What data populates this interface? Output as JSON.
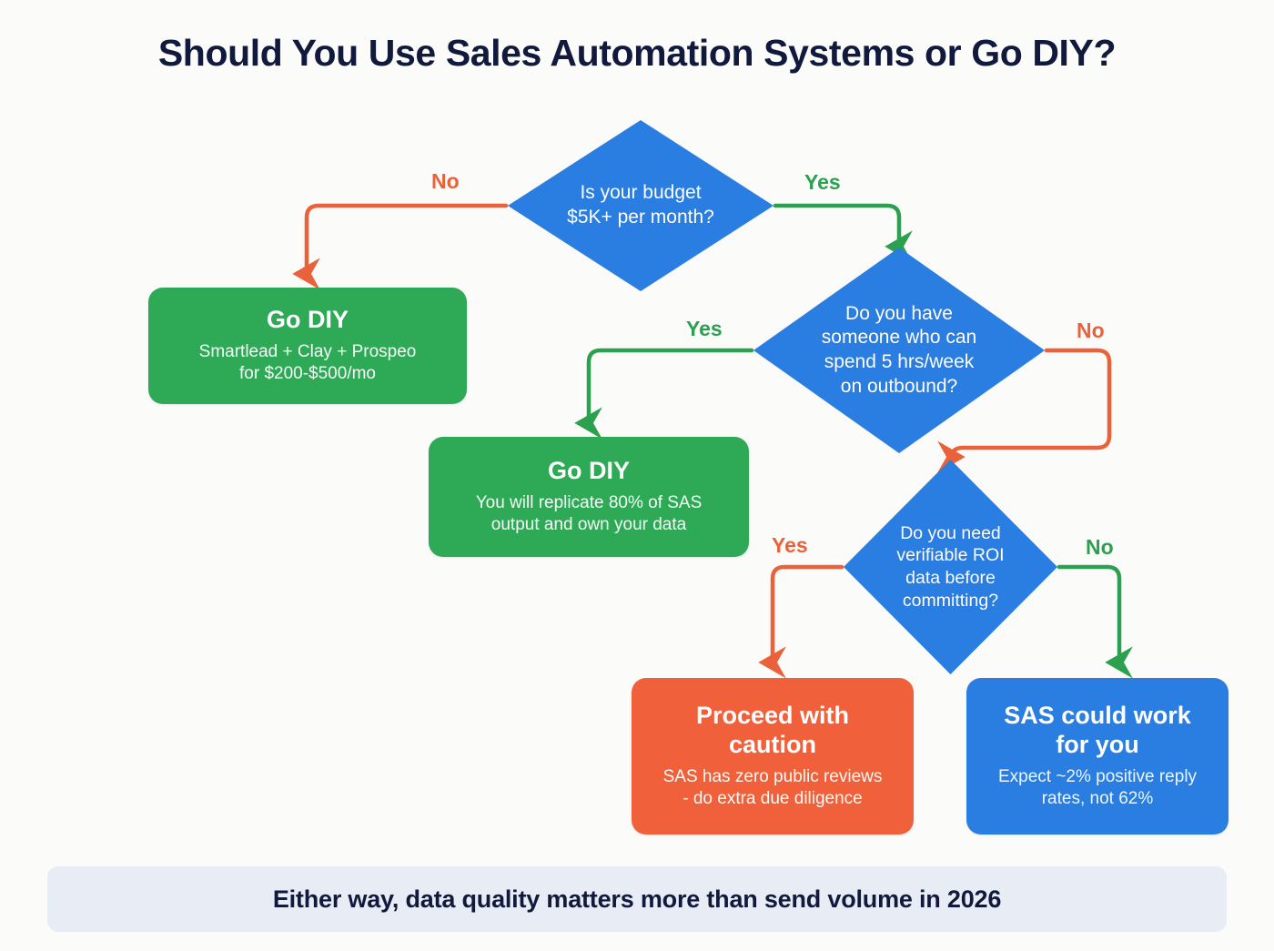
{
  "title": "Should You Use Sales Automation Systems or Go DIY?",
  "colors": {
    "background": "#fbfbfa",
    "decision_blue": "#2a7de1",
    "result_green": "#2eaa57",
    "result_orange": "#f0603a",
    "result_blue": "#2a7de1",
    "edge_green": "#2ba14f",
    "edge_orange": "#ea6239",
    "title_navy": "#111a3d",
    "footer_background": "#e8ecf4"
  },
  "nodes": {
    "decision_budget": {
      "type": "decision",
      "text": "Is your budget\n$5K+ per month?"
    },
    "decision_capacity": {
      "type": "decision",
      "text": "Do you have\nsomeone who can\nspend 5 hrs/week\non outbound?"
    },
    "decision_roi": {
      "type": "decision",
      "text": "Do you need\nverifiable ROI\ndata before\ncommitting?"
    },
    "result_diy_budget": {
      "type": "result",
      "color": "green",
      "title": "Go DIY",
      "subtitle": "Smartlead + Clay + Prospeo\nfor $200-$500/mo"
    },
    "result_diy_capacity": {
      "type": "result",
      "color": "green",
      "title": "Go DIY",
      "subtitle": "You will replicate 80% of SAS\noutput and own your data"
    },
    "result_caution": {
      "type": "result",
      "color": "orange",
      "title": "Proceed with\ncaution",
      "subtitle": "SAS has zero public reviews\n- do extra due diligence"
    },
    "result_sas_works": {
      "type": "result",
      "color": "blue",
      "title": "SAS could work\nfor you",
      "subtitle": "Expect ~2% positive reply\nrates, not 62%"
    }
  },
  "edges": [
    {
      "id": "budget-no",
      "label": "No",
      "color": "#ea6239",
      "from": "decision_budget",
      "to": "result_diy_budget"
    },
    {
      "id": "budget-yes",
      "label": "Yes",
      "color": "#2ba14f",
      "from": "decision_budget",
      "to": "decision_capacity"
    },
    {
      "id": "capacity-yes",
      "label": "Yes",
      "color": "#2ba14f",
      "from": "decision_capacity",
      "to": "result_diy_capacity"
    },
    {
      "id": "capacity-no",
      "label": "No",
      "color": "#ea6239",
      "from": "decision_capacity",
      "to": "decision_roi"
    },
    {
      "id": "roi-yes",
      "label": "Yes",
      "color": "#ea6239",
      "from": "decision_roi",
      "to": "result_caution"
    },
    {
      "id": "roi-no",
      "label": "No",
      "color": "#2ba14f",
      "from": "decision_roi",
      "to": "result_sas_works"
    }
  ],
  "footer": {
    "text": "Either way, data quality matters more than send volume in 2026"
  }
}
